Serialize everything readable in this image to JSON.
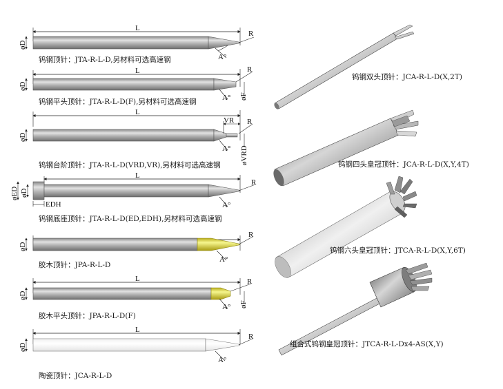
{
  "colors": {
    "steel_light": "#e6e6e6",
    "steel_mid": "#a9a9a9",
    "steel_dark": "#6e6e6e",
    "brass_light": "#f3f38a",
    "brass_dark": "#b6a91a",
    "ceramic": "#ffffff",
    "line": "#222222"
  },
  "labels": {
    "L": "L",
    "R": "R",
    "D": "øD",
    "F": "øF",
    "VR": "VR",
    "VRD": "øVRD",
    "ED": "øED",
    "EDH": "EDH",
    "angle": "A°"
  },
  "left_items": [
    {
      "caption": "钨钢顶针：JTA-R-L-D,另材料可选高速钢",
      "tip": "point"
    },
    {
      "caption": "钨钢平头顶针：JTA-R-L-D(F),另材料可选高速钢",
      "tip": "flat"
    },
    {
      "caption": "钨钢台阶顶针：JTA-R-L-D(VRD,VR),另材料可选高速钢",
      "tip": "step"
    },
    {
      "caption": "钨钢底座顶针：JTA-R-L-D(ED,EDH),另材料可选高速钢",
      "tip": "base"
    },
    {
      "caption": "胶木顶针：JPA-R-L-D",
      "tip": "bakelite"
    },
    {
      "caption": "胶木平头顶针：JPA-R-L-D(F)",
      "tip": "bakelite-flat"
    },
    {
      "caption": "陶瓷顶针：JCA-R-L-D",
      "tip": "ceramic"
    }
  ],
  "right_items": [
    {
      "caption": "钨钢双头顶针：JCA-R-L-D(X,2T)",
      "prongs": 2
    },
    {
      "caption": "钨钢四头皇冠顶针：JCA-R-L-D(X,Y,4T)",
      "prongs": 4
    },
    {
      "caption": "钨钢六头皇冠顶针：JTCA-R-L-D(X,Y,6T)",
      "prongs": 6
    },
    {
      "caption": "组合式钨钢皇冠顶针：JTCA-R-L-Dx4-AS(X,Y)",
      "prongs": 4
    }
  ]
}
